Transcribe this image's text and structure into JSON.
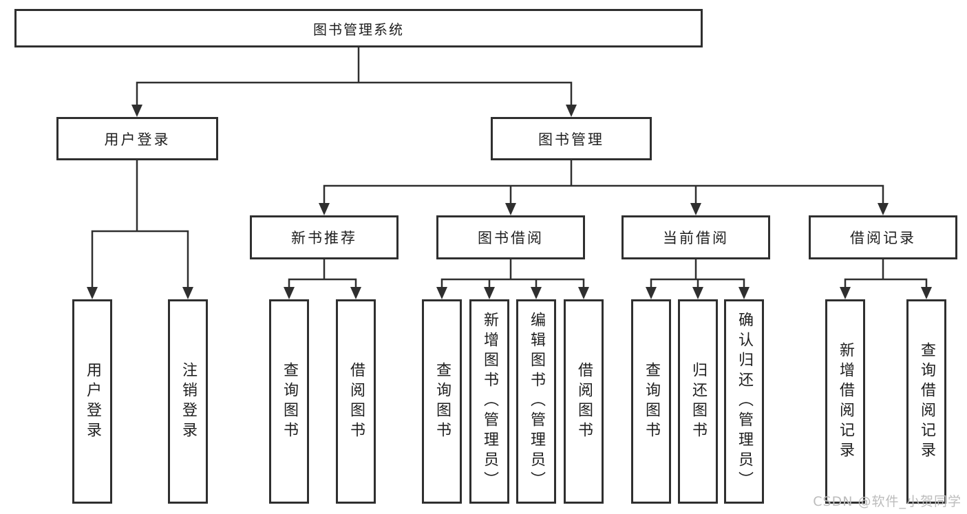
{
  "diagram": {
    "root": {
      "label": "图书管理系统"
    },
    "level2": [
      {
        "label": "用户登录"
      },
      {
        "label": "图书管理"
      }
    ],
    "level3": [
      {
        "label": "新书推荐"
      },
      {
        "label": "图书借阅"
      },
      {
        "label": "当前借阅"
      },
      {
        "label": "借阅记录"
      }
    ],
    "leaves": {
      "user_login": [
        "用户登录",
        "注销登录"
      ],
      "new_book_recommend": [
        "查询图书",
        "借阅图书"
      ],
      "book_borrow": [
        "查询图书",
        "新增图书（管理员）",
        "编辑图书（管理员）",
        "借阅图书"
      ],
      "current_borrow": [
        "查询图书",
        "归还图书",
        "确认归还（管理员）"
      ],
      "borrow_records": [
        "新增借阅记录",
        "查询借阅记录"
      ]
    }
  },
  "watermark": {
    "text": "CSDN @软件_小贺同学"
  },
  "colors": {
    "line": "#2f2f2f",
    "text": "#1f1f1f",
    "background": "#ffffff",
    "watermark": "#bcbcbc"
  }
}
